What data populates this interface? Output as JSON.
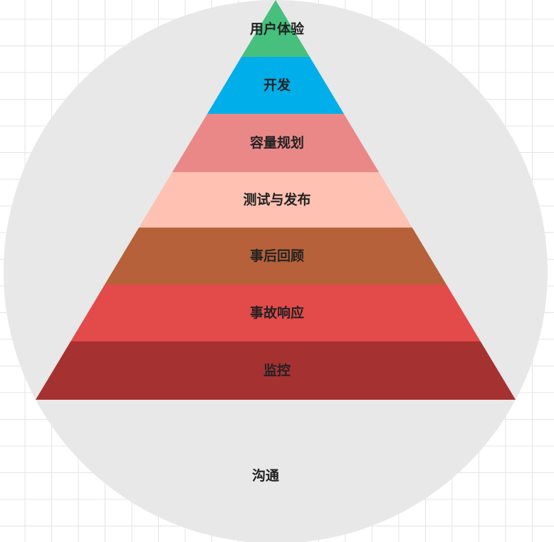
{
  "diagram": {
    "base": {
      "label": "沟通",
      "color": "#e8e8e8"
    },
    "layers": [
      {
        "label": "用户体验",
        "color": "#47c07e"
      },
      {
        "label": "开发",
        "color": "#00aeea"
      },
      {
        "label": "容量规划",
        "color": "#ea8888"
      },
      {
        "label": "测试与发布",
        "color": "#fec1b2"
      },
      {
        "label": "事后回顾",
        "color": "#b66139"
      },
      {
        "label": "事故响应",
        "color": "#e34b4a"
      },
      {
        "label": "监控",
        "color": "#a63131"
      }
    ]
  }
}
